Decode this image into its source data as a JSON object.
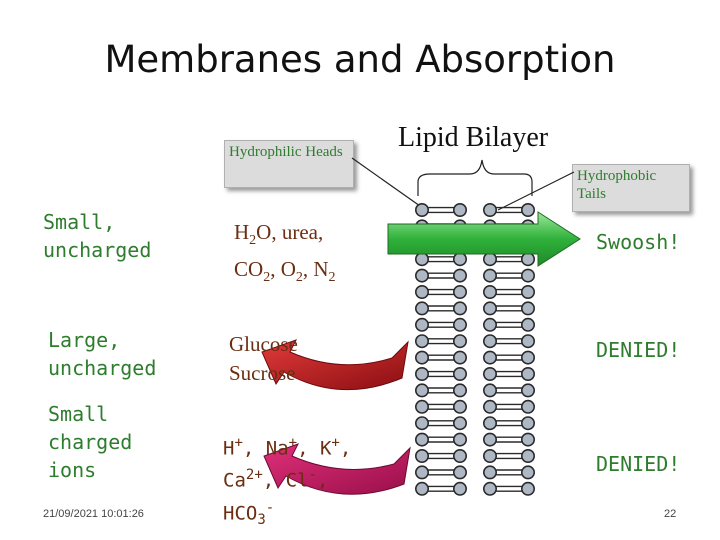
{
  "title": "Membranes and Absorption",
  "bilayer_label": "Lipid Bilayer",
  "heads_callout": "Hydrophilic Heads",
  "tails_callout": "Hydrophobic Tails",
  "rows": [
    {
      "category": [
        "Small,",
        "uncharged"
      ],
      "molecules_line1": [
        "H",
        "2",
        "O, urea,"
      ],
      "molecules_line2": [
        "CO",
        "2",
        ", O",
        "2",
        ", N",
        "2"
      ],
      "verdict": "Swoosh!"
    },
    {
      "category": [
        "Large,",
        "uncharged"
      ],
      "molecules": [
        "Glucose",
        "Sucrose"
      ],
      "verdict": "DENIED!"
    },
    {
      "category": [
        "Small",
        "charged",
        "ions"
      ],
      "ions_line1": [
        "H",
        "+",
        ", Na",
        "+",
        ", K",
        "+",
        ","
      ],
      "ions_line2": [
        "Ca",
        "2+",
        ", Cl",
        "-",
        ","
      ],
      "ions_line3": [
        "HCO",
        "3",
        "-"
      ],
      "verdict": "DENIED!"
    }
  ],
  "timestamp": "21/09/2021 10:01:26",
  "slide_number": "22",
  "colors": {
    "text_green": "#2e7d2e",
    "text_maroon": "#6a2e12",
    "pass_arrow": "#3cb043",
    "deny_arrow": "#c0141c",
    "lipid": "#aeb8c4"
  }
}
